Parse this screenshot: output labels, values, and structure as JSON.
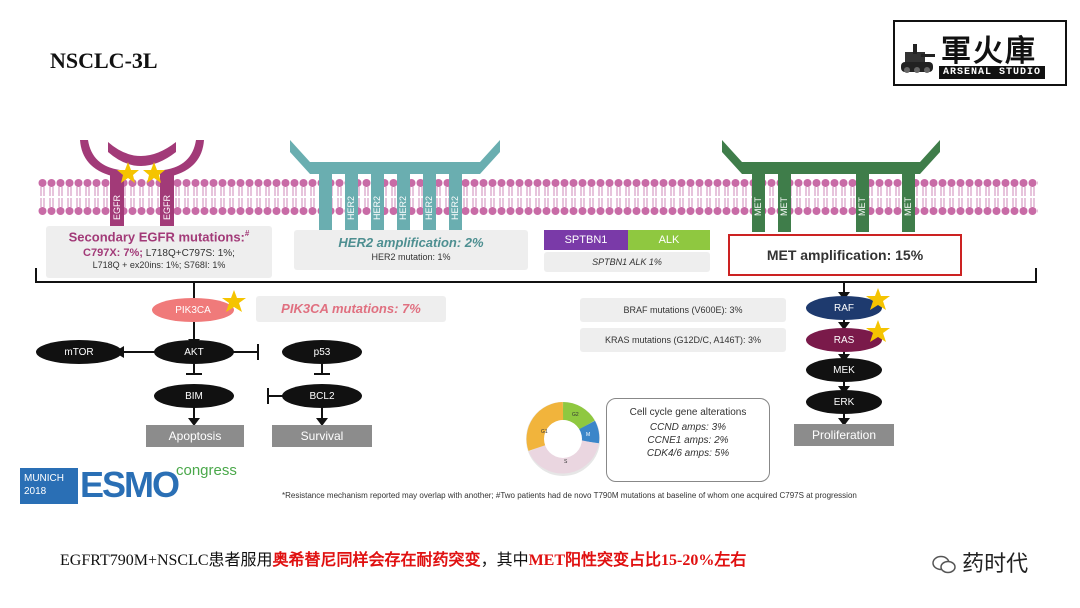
{
  "slide": {
    "title": "NSCLC-3L"
  },
  "logo": {
    "chinese": "軍火庫",
    "studio": "ARSENAL STUDIO",
    "icon": "tank-icon"
  },
  "receptors": {
    "egfr": [
      "EGFR",
      "EGFR"
    ],
    "her2": [
      "HER2",
      "HER2",
      "HER2",
      "HER2",
      "HER2"
    ],
    "met": [
      "MET",
      "MET",
      "MET",
      "MET"
    ]
  },
  "boxes": {
    "egfr_title": "Secondary EGFR mutations:",
    "egfr_mark": "#",
    "egfr_line1a": "C797X: 7%;",
    "egfr_line1b": " L718Q+C797S: 1%;",
    "egfr_line2": "L718Q + ex20ins: 1%; S768I: 1%",
    "her2_title": "HER2 amplification: 2%",
    "her2_sub": "HER2 mutation: 1%",
    "sptbn1_label": "SPTBN1",
    "alk_label": "ALK",
    "fusion_sub": "SPTBN1 ALK 1%",
    "met_title": "MET amplification: 15%",
    "pik3ca_title": "PIK3CA mutations: 7%",
    "braf": "BRAF mutations (V600E): 3%",
    "kras": "KRAS mutations (G12D/C, A146T): 3%"
  },
  "nodes": {
    "pik3ca": "PIK3CA",
    "mtor": "mTOR",
    "akt": "AKT",
    "p53": "p53",
    "bim": "BIM",
    "bcl2": "BCL2",
    "raf": "RAF",
    "ras": "RAS",
    "mek": "MEK",
    "erk": "ERK"
  },
  "outcomes": {
    "apoptosis": "Apoptosis",
    "survival": "Survival",
    "proliferation": "Proliferation"
  },
  "cell_cycle": {
    "title": "Cell cycle gene alterations",
    "ccnd": "CCND amps: 3%",
    "ccne1": "CCNE1 amps: 2%",
    "cdk": "CDK4/6 amps: 5%",
    "donut_labels": [
      "G2",
      "M",
      "G1",
      "S"
    ]
  },
  "esmo": {
    "city": "MUNICH",
    "year": "2018",
    "word": "ESMO",
    "congress": "congress"
  },
  "footnote": "*Resistance mechanism reported may overlap with another; #Two patients had de novo T790M mutations at baseline of whom one acquired C797S at progression",
  "caption": {
    "part1": "EGFRT790M+NSCLC患者服用",
    "part2": "奥希替尼同样会存在耐药突变",
    "part3": "，其中",
    "part4": "MET阳性突变占比15-20%左右",
    "watermark": "药时代"
  },
  "colors": {
    "egfr": "#a23a78",
    "her2": "#6aaeb0",
    "met": "#3f7d4a",
    "membrane": "#c86ba6",
    "red": "#e01010",
    "purple_box": "#7a3aa8",
    "green_box": "#8fc840"
  }
}
